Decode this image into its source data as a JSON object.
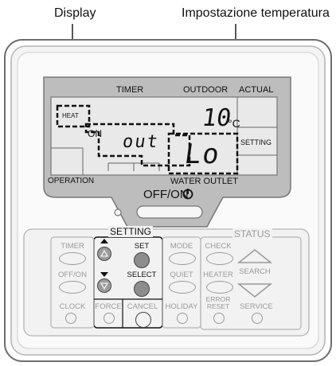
{
  "annotations": {
    "display": "Display",
    "temperature_setting": "Impostazione temperatura"
  },
  "lcd": {
    "timer": "TIMER",
    "outdoor": "OUTDOOR",
    "actual": "ACTUAL",
    "heat": "HEAT",
    "on": "ON",
    "out_text": "out",
    "temperature": "10",
    "unit": "°C",
    "setting": "SETTING",
    "lo_text": "Lo",
    "operation": "OPERATION",
    "water_outlet": "WATER OUTLET"
  },
  "power": {
    "label": "OFF/ON"
  },
  "buttons": {
    "setting_group": "SETTING",
    "status_group": "STATUS",
    "timer": "TIMER",
    "off_on": "OFF/ON",
    "clock": "CLOCK",
    "force": "FORCE",
    "set": "SET",
    "select": "SELECT",
    "cancel": "CANCEL",
    "mode": "MODE",
    "quiet": "QUIET",
    "holiday": "HOLIDAY",
    "check": "CHECK",
    "heater": "HEATER",
    "error_reset_1": "ERROR",
    "error_reset_2": "RESET",
    "search": "SEARCH",
    "service": "SERVICE"
  },
  "colors": {
    "lcd_bg": "#e8e8e8",
    "panel_bg": "#bdbdbd",
    "button_stroke": "#9a9a9a"
  }
}
